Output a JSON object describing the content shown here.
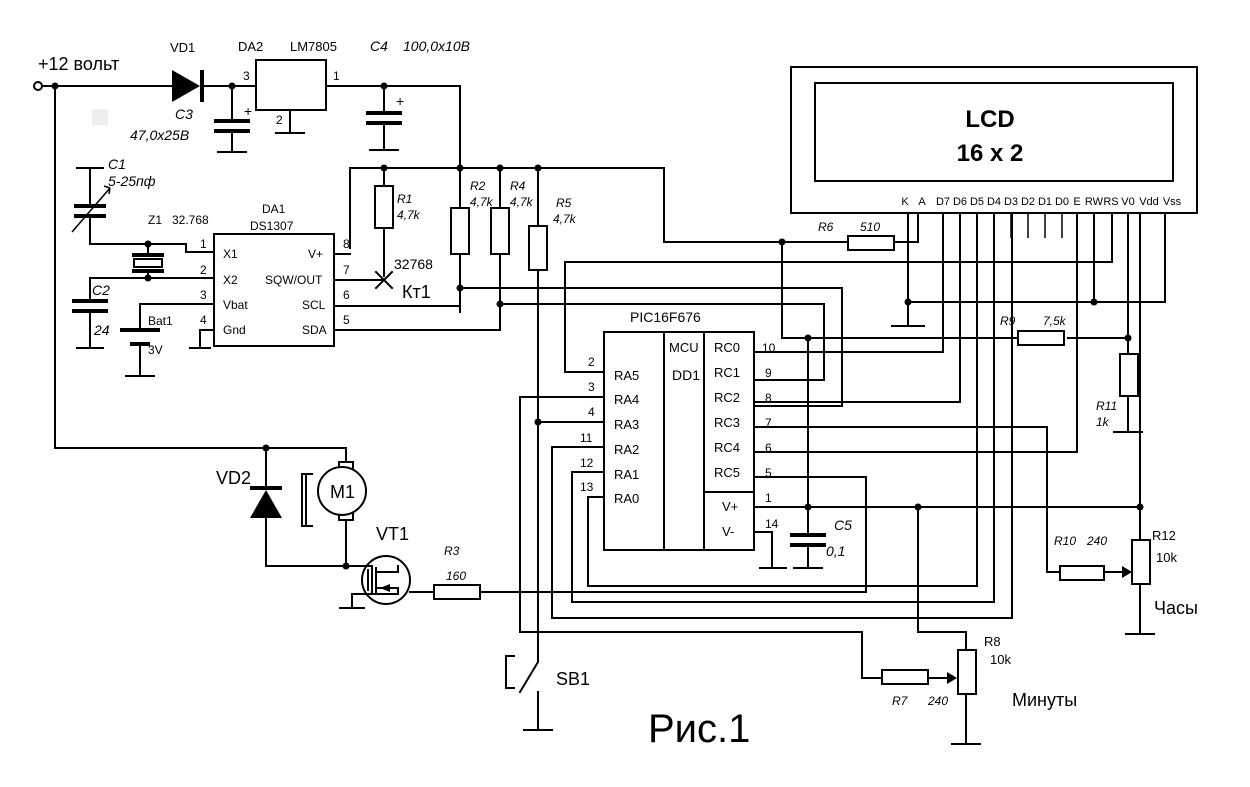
{
  "figure_caption": "Рис.1",
  "power": {
    "label": "+12 вольт"
  },
  "lcd": {
    "title_line1": "LCD",
    "title_line2": "16 x 2",
    "pins": [
      "K",
      "A",
      "D7",
      "D6",
      "D5",
      "D4",
      "D3",
      "D2",
      "D1",
      "D0",
      "E",
      "RW",
      "RS",
      "V0",
      "Vdd",
      "Vss"
    ]
  },
  "vd1": {
    "ref": "VD1"
  },
  "da2": {
    "ref": "DA2",
    "part": "LM7805",
    "pin_in": "3",
    "pin_out": "1",
    "pin_gnd": "2"
  },
  "c4": {
    "ref": "C4",
    "value": "100,0x10B"
  },
  "c3": {
    "ref": "C3",
    "value": "47,0x25B"
  },
  "c1": {
    "ref": "C1",
    "value": "5-25пф"
  },
  "c2": {
    "ref": "C2",
    "value": "24"
  },
  "c5": {
    "ref": "C5",
    "value": "0,1"
  },
  "z1": {
    "ref": "Z1",
    "value": "32.768"
  },
  "da1": {
    "ref": "DA1",
    "part": "DS1307",
    "pins_left": [
      {
        "num": "1",
        "name": "X1"
      },
      {
        "num": "2",
        "name": "X2"
      },
      {
        "num": "3",
        "name": "Vbat"
      },
      {
        "num": "4",
        "name": "Gnd"
      }
    ],
    "pins_right": [
      {
        "num": "8",
        "name": "V+"
      },
      {
        "num": "7",
        "name": "SQW/OUT"
      },
      {
        "num": "6",
        "name": "SCL"
      },
      {
        "num": "5",
        "name": "SDA"
      }
    ]
  },
  "bat1": {
    "ref": "Bat1",
    "value": "3V"
  },
  "r1": {
    "ref": "R1",
    "value": "4,7k"
  },
  "r2": {
    "ref": "R2",
    "value": "4,7k"
  },
  "r4": {
    "ref": "R4",
    "value": "4,7k"
  },
  "r5": {
    "ref": "R5",
    "value": "4,7k"
  },
  "r6": {
    "ref": "R6",
    "value": "510"
  },
  "r9": {
    "ref": "R9",
    "value": "7,5k"
  },
  "r11": {
    "ref": "R11",
    "value": "1k"
  },
  "r3": {
    "ref": "R3",
    "value": "160"
  },
  "r10": {
    "ref": "R10",
    "value": "240"
  },
  "r7": {
    "ref": "R7",
    "value": "240"
  },
  "r12": {
    "ref": "R12",
    "value": "10k",
    "label": "Часы"
  },
  "r8": {
    "ref": "R8",
    "value": "10k",
    "label": "Минуты"
  },
  "testpoint": {
    "ref": "Кт1",
    "value": "32768"
  },
  "mcu": {
    "ref": "DD1",
    "part": "PIC16F676",
    "label": "MCU",
    "pins_left": [
      {
        "num": "2",
        "name": "RA5"
      },
      {
        "num": "3",
        "name": "RA4"
      },
      {
        "num": "4",
        "name": "RA3"
      },
      {
        "num": "11",
        "name": "RA2"
      },
      {
        "num": "12",
        "name": "RA1"
      },
      {
        "num": "13",
        "name": "RA0"
      }
    ],
    "pins_right": [
      {
        "num": "10",
        "name": "RC0"
      },
      {
        "num": "9",
        "name": "RC1"
      },
      {
        "num": "8",
        "name": "RC2"
      },
      {
        "num": "7",
        "name": "RC3"
      },
      {
        "num": "6",
        "name": "RC4"
      },
      {
        "num": "5",
        "name": "RC5"
      }
    ],
    "pin_vplus": {
      "num": "1",
      "name": "V+"
    },
    "pin_vminus": {
      "num": "14",
      "name": "V-"
    }
  },
  "vd2": {
    "ref": "VD2"
  },
  "m1": {
    "ref": "M1"
  },
  "vt1": {
    "ref": "VT1"
  },
  "sb1": {
    "ref": "SB1"
  }
}
